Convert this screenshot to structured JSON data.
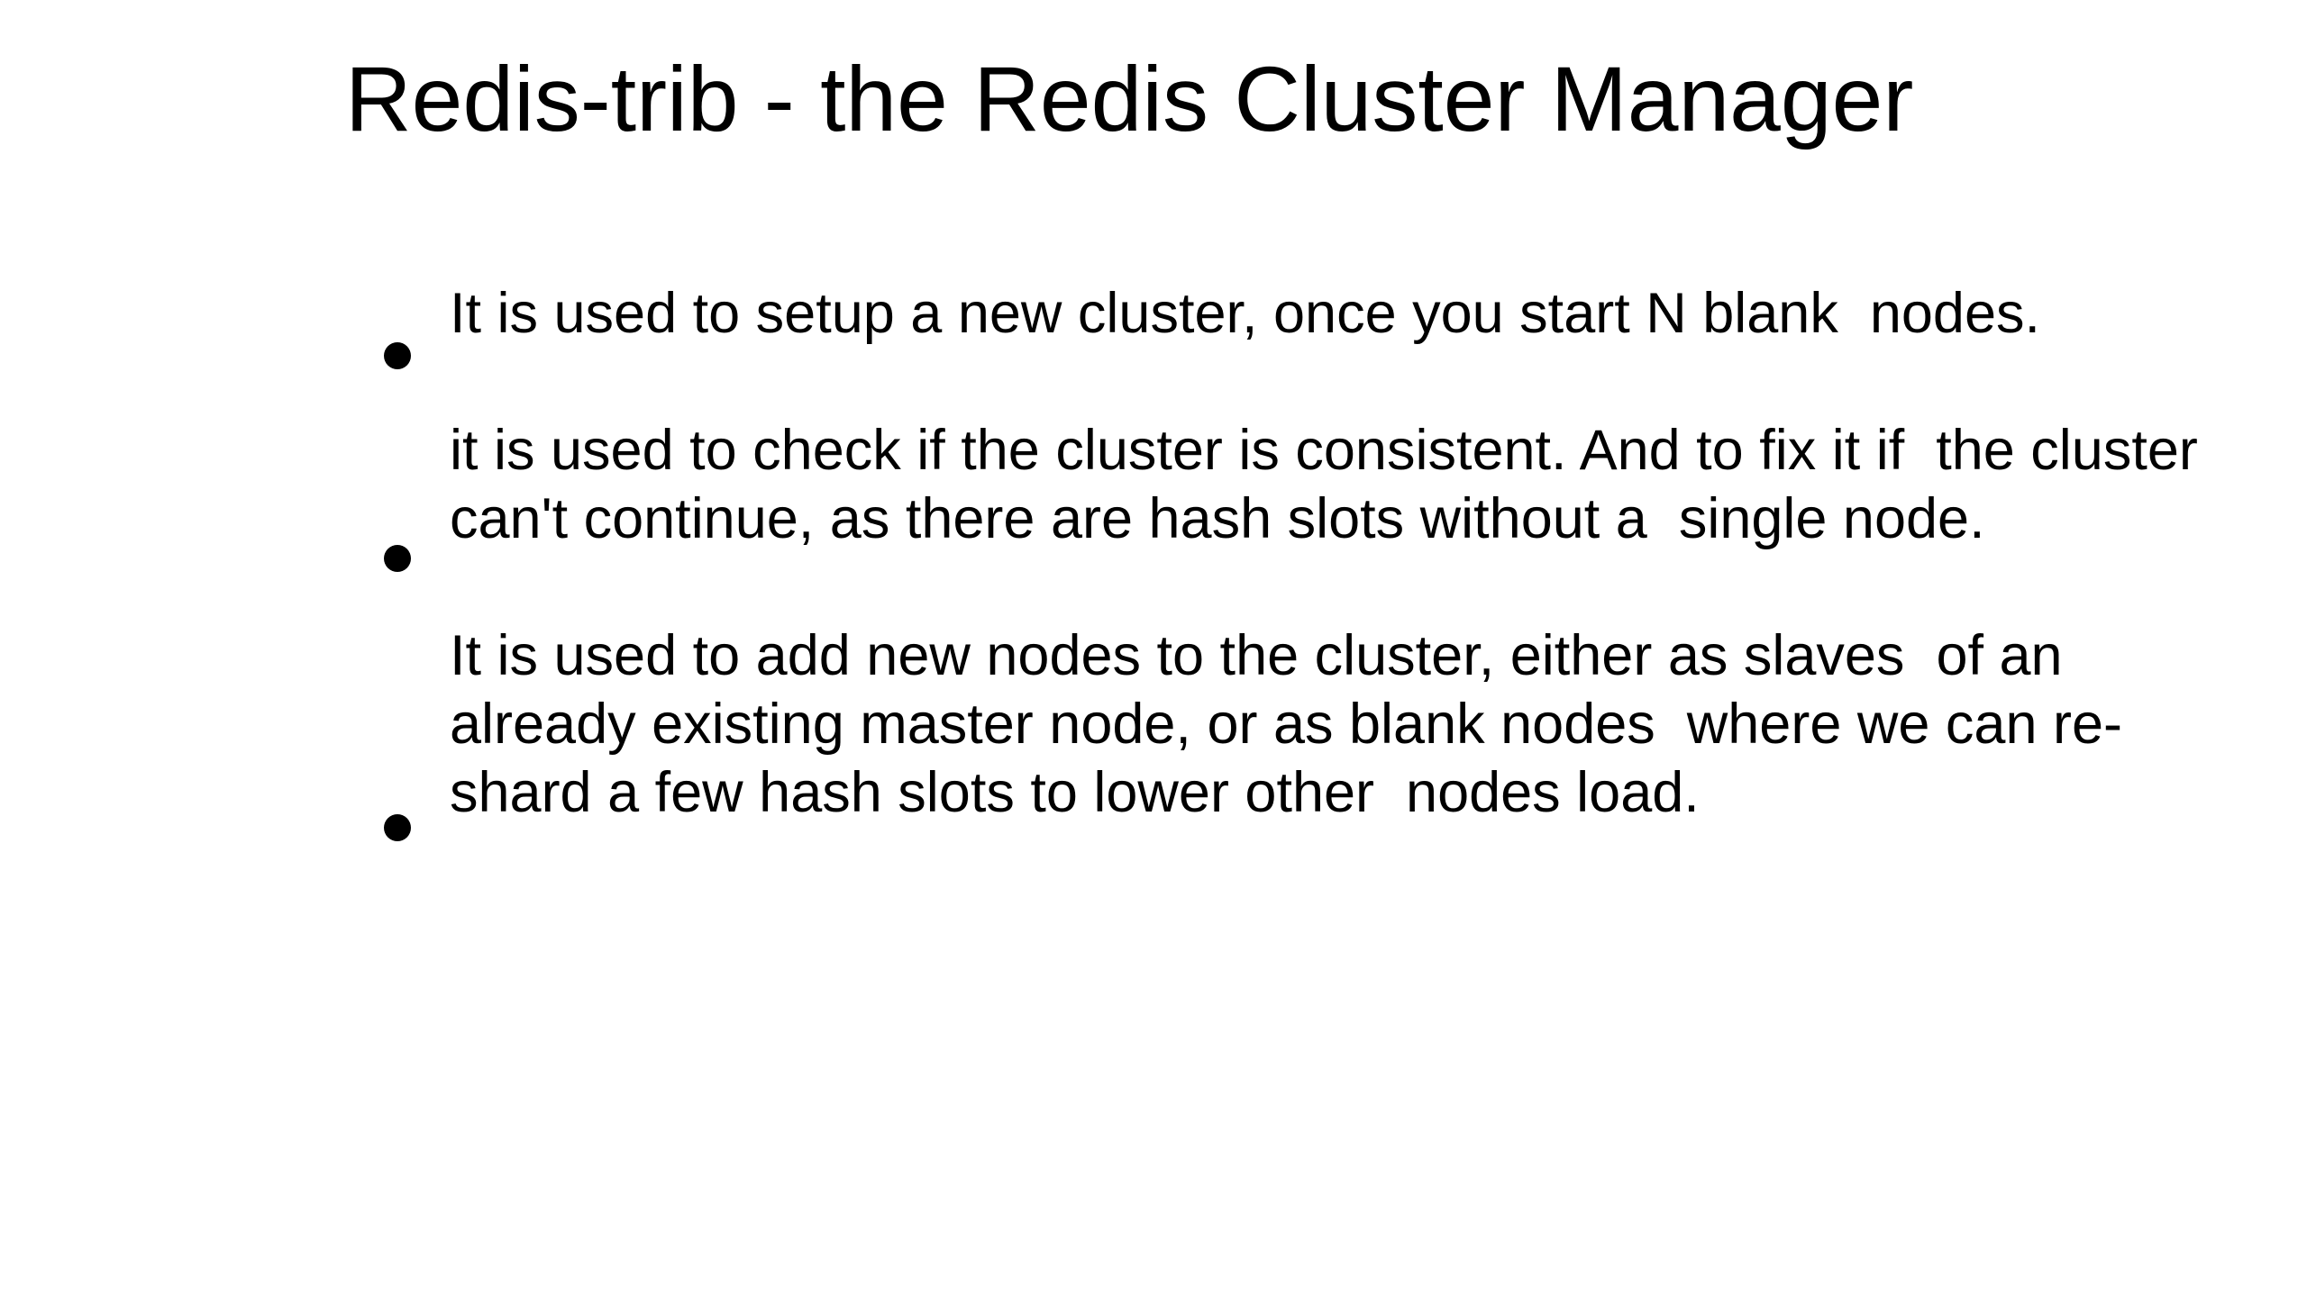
{
  "slide": {
    "title": "Redis-trib - the Redis Cluster Manager",
    "bullets": [
      {
        "lines": [
          "It is used to setup a new cluster, once you start N blank  nodes."
        ]
      },
      {
        "lines": [
          "it is used to check if the cluster is consistent. And to fix it if  the cluster",
          "can't continue, as there are hash slots without a  single node."
        ]
      },
      {
        "lines": [
          "It is used to add new nodes to the cluster, either as slaves  of an",
          "already existing master node, or as blank nodes  where we can re-",
          "shard a few hash slots to lower other  nodes load."
        ]
      }
    ]
  }
}
